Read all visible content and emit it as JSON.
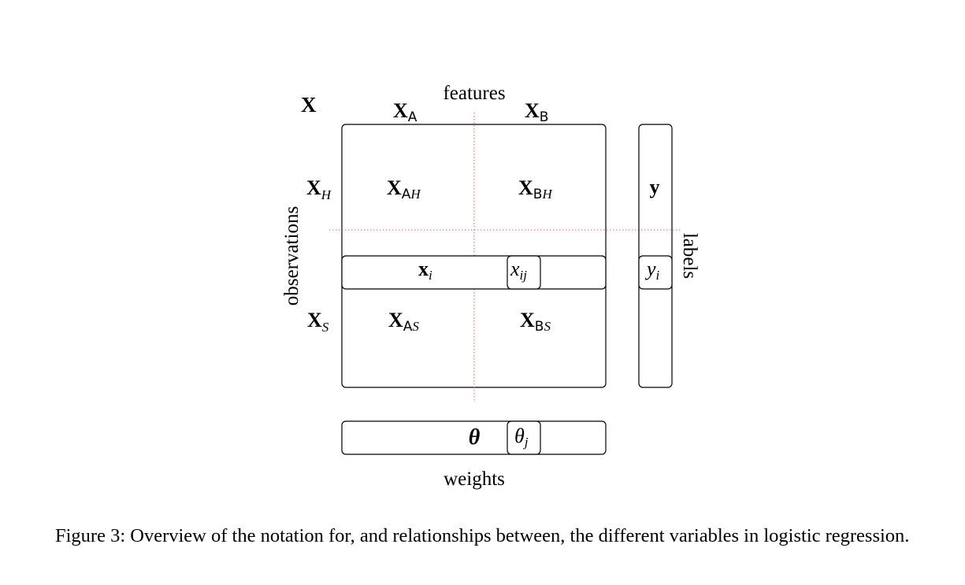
{
  "diagram": {
    "matrix_name": "X",
    "features_label": "features",
    "observations_label": "observations",
    "labels_label": "labels",
    "weights_label": "weights",
    "col_blocks": [
      {
        "base": "X",
        "sub": "A"
      },
      {
        "base": "X",
        "sub": "B"
      }
    ],
    "row_blocks": [
      {
        "base": "X",
        "sub": "H"
      },
      {
        "base": "X",
        "sub": "S"
      }
    ],
    "quadrants": {
      "AH": {
        "base": "X",
        "sub_sans": "A",
        "sub_ital": "H"
      },
      "BH": {
        "base": "X",
        "sub_sans": "B",
        "sub_ital": "H"
      },
      "AS": {
        "base": "X",
        "sub_sans": "A",
        "sub_ital": "S"
      },
      "BS": {
        "base": "X",
        "sub_sans": "B",
        "sub_ital": "S"
      }
    },
    "row_vector": {
      "base": "x",
      "sub": "i"
    },
    "element": {
      "base": "x",
      "sub": "ij"
    },
    "label_vector": "y",
    "label_element": {
      "base": "y",
      "sub": "i"
    },
    "weight_vector": "θ",
    "weight_element": {
      "base": "θ",
      "sub": "j"
    },
    "colors": {
      "stroke": "#000000",
      "dotted_divider": "#e06666"
    }
  },
  "caption": "Figure 3: Overview of the notation for, and relationships between, the different variables in logistic regression."
}
